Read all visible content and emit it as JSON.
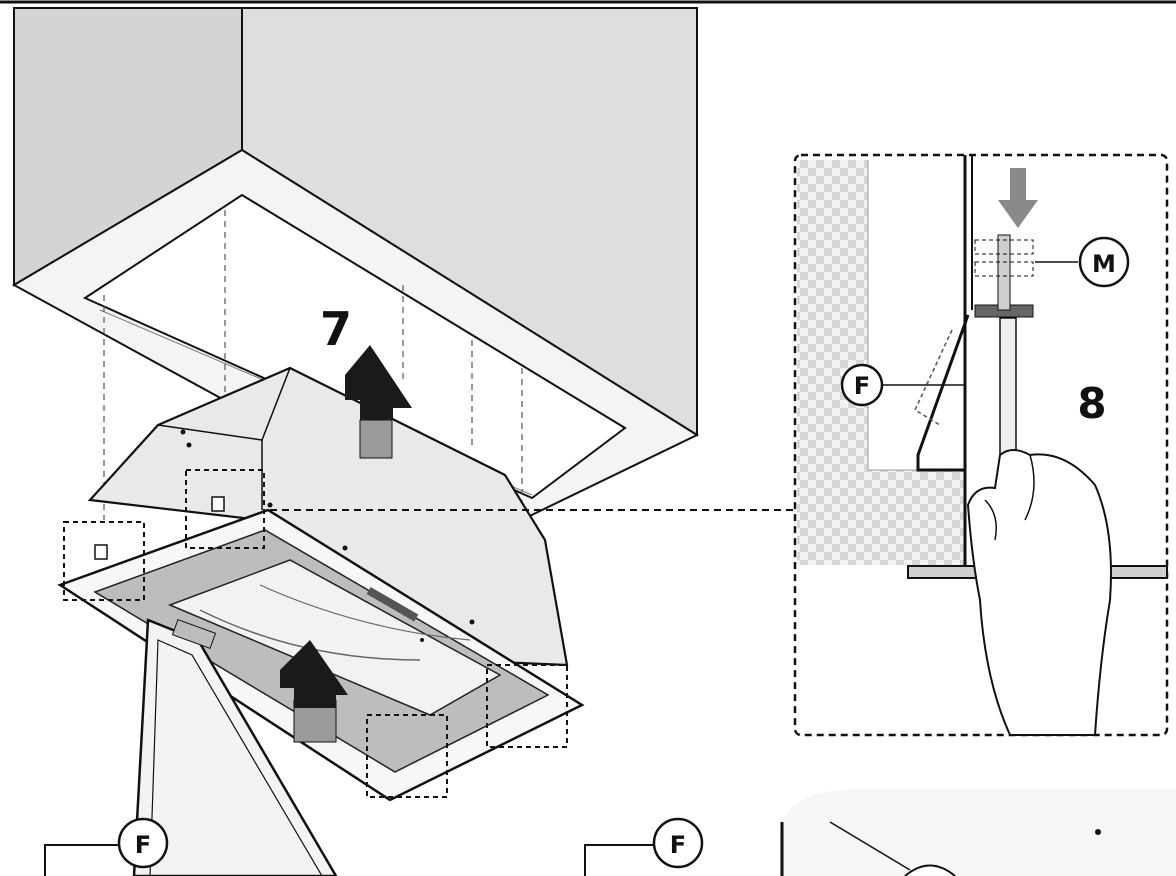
{
  "steps": {
    "step7": "7",
    "step8": "8"
  },
  "callouts": {
    "f_detail": "F",
    "m_detail": "M",
    "f_bottom_left": "F",
    "f_bottom_mid": "F"
  },
  "colors": {
    "cabinet_face": "#dcdcdc",
    "cabinet_side": "#c9c9c9",
    "hood_face": "#e6e6e6",
    "arrow": "#1a1a1a",
    "arrow_tail": "#9a9a9a",
    "checker_a": "#d6d6d6",
    "checker_b": "#f2f2f2",
    "line": "#111111"
  }
}
